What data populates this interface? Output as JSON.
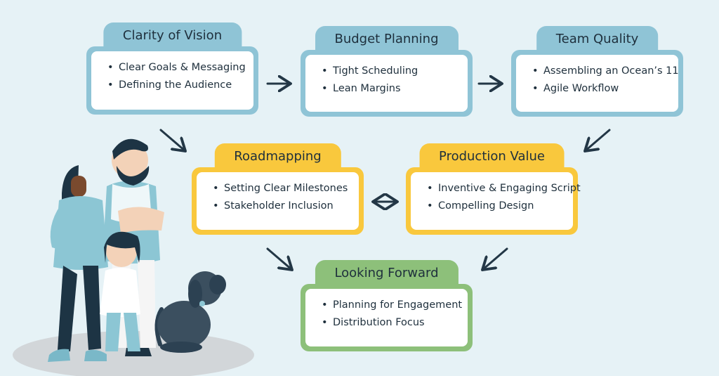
{
  "colors": {
    "background": "#e6f2f6",
    "blue": "#8fc4d6",
    "yellow": "#f9c83d",
    "green": "#8dc07a",
    "arrow": "#233746",
    "text": "#1e2f3c"
  },
  "cards": {
    "clarity": {
      "title": "Clarity of Vision",
      "items": [
        "Clear Goals & Messaging",
        "Defining the Audience"
      ]
    },
    "budget": {
      "title": "Budget Planning",
      "items": [
        "Tight Scheduling",
        "Lean Margins"
      ]
    },
    "team": {
      "title": "Team Quality",
      "items": [
        "Assembling an Ocean’s 11",
        "Agile Workflow"
      ]
    },
    "roadmapping": {
      "title": "Roadmapping",
      "items": [
        "Setting Clear Milestones",
        "Stakeholder Inclusion"
      ]
    },
    "production": {
      "title": "Production Value",
      "items": [
        "Inventive & Engaging Script",
        "Compelling Design"
      ]
    },
    "forward": {
      "title": "Looking Forward",
      "items": [
        "Planning for Engagement",
        "Distribution Focus"
      ]
    }
  },
  "illustration": {
    "figures": [
      "woman-figure",
      "bearded-man-figure",
      "child-figure",
      "dog-figure"
    ]
  }
}
